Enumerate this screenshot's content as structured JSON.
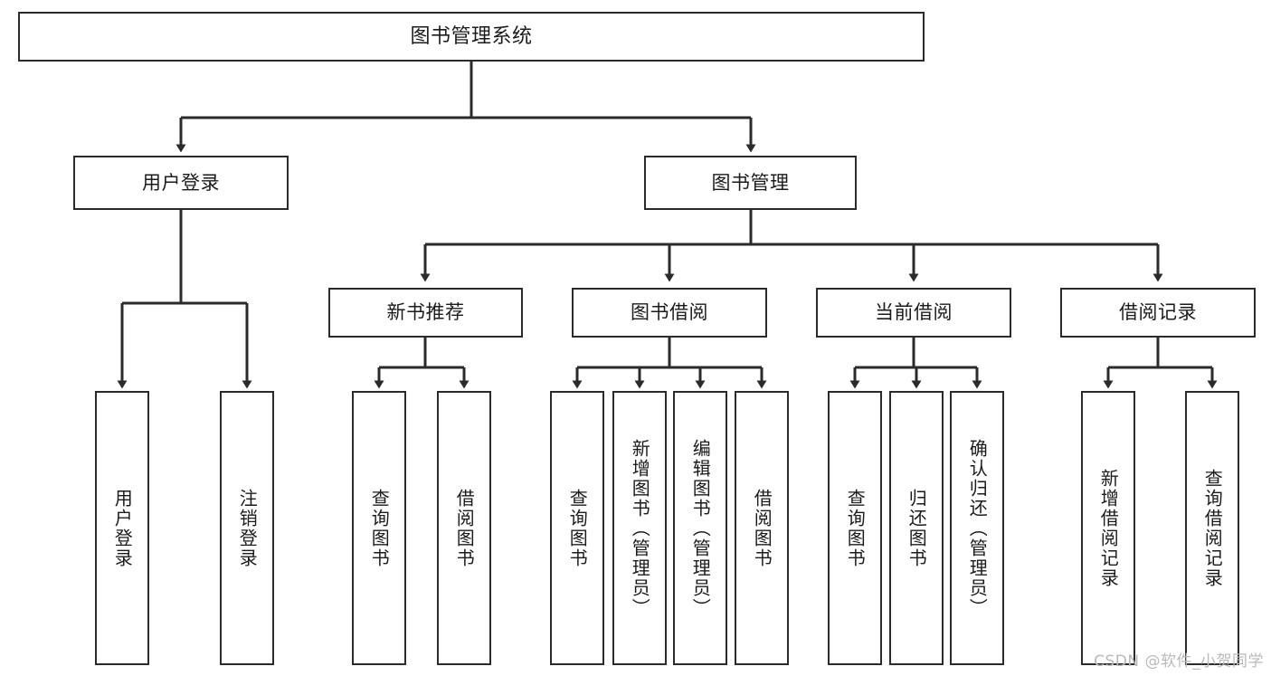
{
  "diagram": {
    "title": "图书管理系统",
    "type": "tree-hierarchy-diagram",
    "root": {
      "label": "图书管理系统"
    },
    "level2": [
      {
        "label": "用户登录"
      },
      {
        "label": "图书管理"
      }
    ],
    "level3": [
      {
        "label": "新书推荐"
      },
      {
        "label": "图书借阅"
      },
      {
        "label": "当前借阅"
      },
      {
        "label": "借阅记录"
      }
    ],
    "leaves": {
      "user_login": [
        {
          "label": "用户登录"
        },
        {
          "label": "注销登录"
        }
      ],
      "new_book_recommend": [
        {
          "label": "查询图书"
        },
        {
          "label": "借阅图书"
        }
      ],
      "book_borrow": [
        {
          "label": "查询图书"
        },
        {
          "label": "新增图书（管理员）"
        },
        {
          "label": "编辑图书（管理员）"
        },
        {
          "label": "借阅图书"
        }
      ],
      "current_borrow": [
        {
          "label": "查询图书"
        },
        {
          "label": "归还图书"
        },
        {
          "label": "确认归还（管理员）"
        }
      ],
      "borrow_record": [
        {
          "label": "新增借阅记录"
        },
        {
          "label": "查询借阅记录"
        }
      ]
    }
  },
  "watermark": {
    "text": "CSDN @软件_小贺同学"
  },
  "colors": {
    "stroke": "#2b2b2b",
    "background": "#ffffff",
    "text": "#1b1b1b",
    "watermark": "#b9b9b9"
  }
}
